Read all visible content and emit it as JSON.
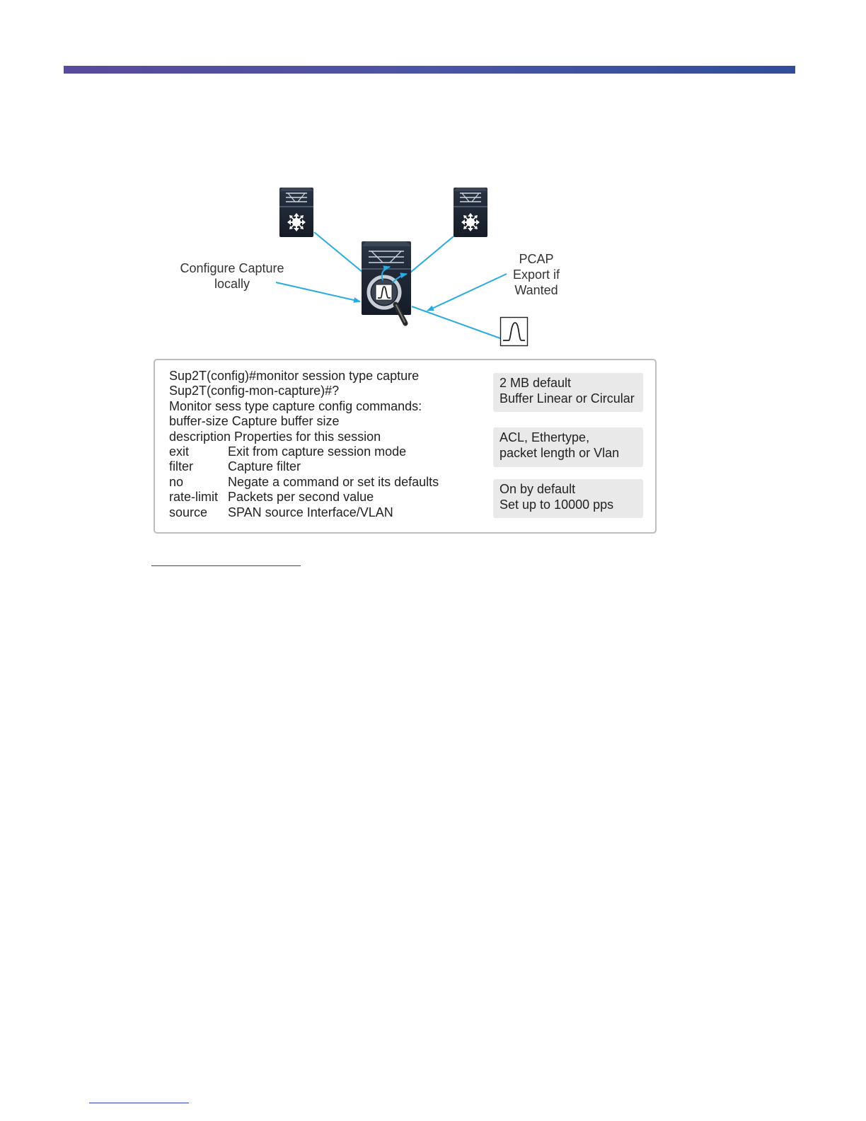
{
  "diagram": {
    "label_configure": [
      "Configure Capture",
      "locally"
    ],
    "label_pcap": [
      "PCAP",
      "Export if",
      "Wanted"
    ]
  },
  "cli_panel": {
    "lines": [
      {
        "text": "Sup2T(config)#monitor session type capture"
      },
      {
        "text": "Sup2T(config-mon-capture)#?"
      },
      {
        "text": "Monitor sess type capture config commands:"
      },
      {
        "text": "buffer-size Capture buffer size"
      },
      {
        "text": "description Properties for this session"
      },
      {
        "cmd": "exit",
        "desc": "Exit from capture session mode"
      },
      {
        "cmd": "filter",
        "desc": "Capture filter"
      },
      {
        "cmd": "no",
        "desc": "Negate a command or set its defaults"
      },
      {
        "cmd": "rate-limit",
        "desc": "Packets per second value"
      },
      {
        "cmd": "source",
        "desc": "SPAN source Interface/VLAN"
      }
    ]
  },
  "notes": [
    {
      "lines": [
        "2 MB default",
        "Buffer Linear or Circular"
      ]
    },
    {
      "lines": [
        "ACL, Ethertype,",
        "packet length or Vlan"
      ]
    },
    {
      "lines": [
        "On by default",
        "Set up to 10000 pps"
      ]
    }
  ],
  "colors": {
    "connector": "#29abe2",
    "switch_body": "#1b2331",
    "banner_gradient": [
      "#5a4a9c",
      "#2f4e99"
    ],
    "note_bg": "#e9e9e9",
    "link_underline": "#2a3fc0"
  },
  "icons": [
    "switch-icon",
    "capture-magnifier-icon",
    "pcap-waveform-icon"
  ]
}
